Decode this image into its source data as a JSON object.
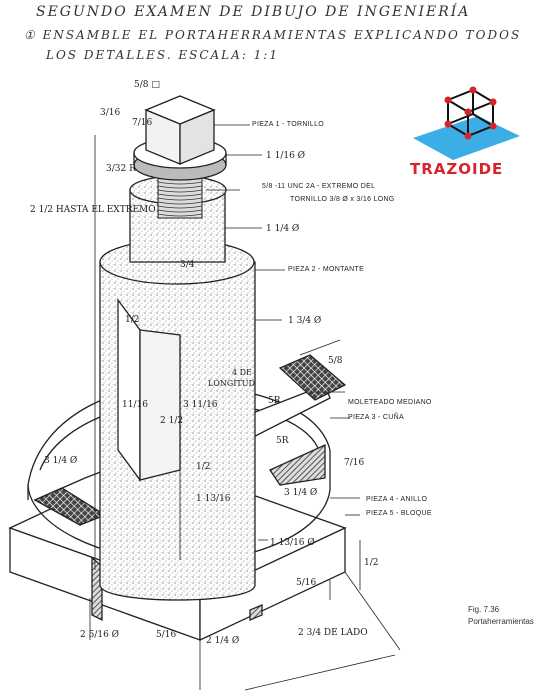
{
  "header": {
    "title": "SEGUNDO EXAMEN DE DIBUJO DE INGENIERÍA",
    "instruction_line1": "① ENSAMBLE EL PORTAHERRAMIENTAS EXPLICANDO TODOS",
    "instruction_line2": "LOS DETALLES.  ESCALA: 1:1"
  },
  "logo": {
    "text": "TRAZOIDE",
    "accent": "#d9232a",
    "plate": "#1a9fe0"
  },
  "parts": {
    "p1": "PIEZA 1 - TORNILLO",
    "p2": "PIEZA 2 - MONTANTE",
    "p3": "PIEZA 3 - CUÑA",
    "p4": "PIEZA 4 - ANILLO",
    "p5": "PIEZA 5 - BLOQUE",
    "thread1": "5/8 -11 UNC 2A - EXTREMO DEL",
    "thread2": "TORNILLO 3/8 Ø x 3/16 LONG",
    "knurl": "MOLETEADO MEDIANO"
  },
  "dims": {
    "sq": "5/8 □",
    "d3_16": "3/16",
    "d7_16": "7/16",
    "r3_32": "3/32 R",
    "d1_1_16": "1 1/16 Ø",
    "hasta": "2 1/2 HASTA EL EXTREMO",
    "d1_1_4": "1 1/4 Ø",
    "d3_4a": "3/4",
    "d1_2a": "1/2",
    "d1_3_4": "1 3/4 Ø",
    "d5_8": "5/8",
    "long1": "4 DE",
    "long2": "LONGITUD",
    "r5a": "5R",
    "d11_16": "11/16",
    "d3_11_16": "3 11/16",
    "d2_1_2": "2 1/2",
    "r5b": "5R",
    "d7_16b": "7/16",
    "d3_1_4_left": "3 1/4 Ø",
    "d1_2b": "1/2",
    "d3_1_4_right": "3 1/4 Ø",
    "d1_13_16a": "1 13/16",
    "d1_13_16b": "1 13/16 Ø",
    "d1_2c": "1/2",
    "d5_16a": "5/16",
    "d2_5_16": "2 5/16 Ø",
    "d5_16b": "5/16",
    "d2_1_4": "2 1/4 Ø",
    "d2_3_4": "2 3/4 DE LADO"
  },
  "caption": {
    "fig": "Fig. 7.36",
    "name": "Portaherramientas"
  }
}
